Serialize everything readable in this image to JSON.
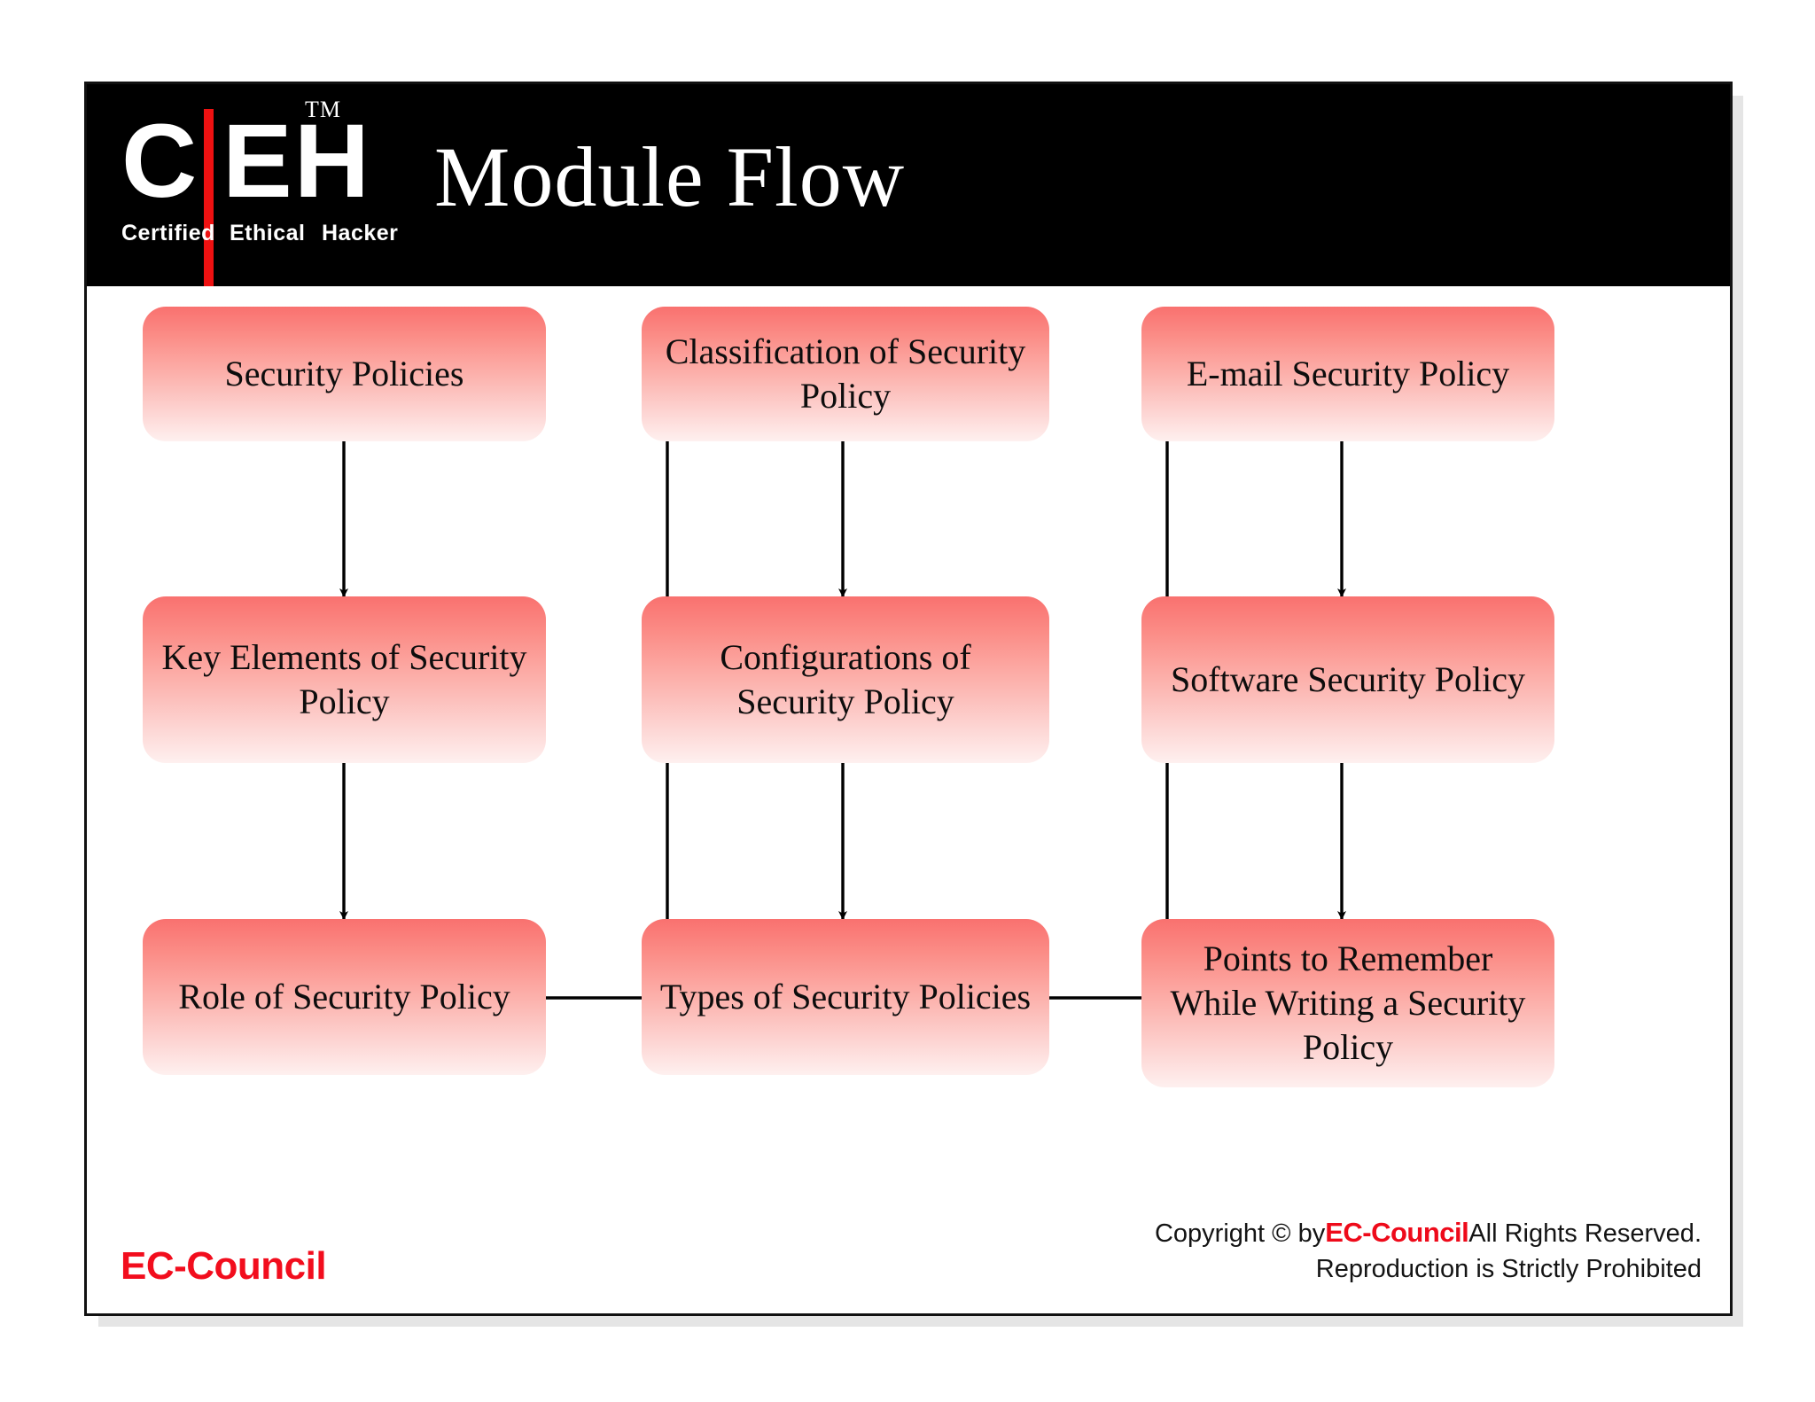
{
  "slide": {
    "header": {
      "logo": {
        "letter_c": "C",
        "letters_eh": "EH",
        "trademark": "TM",
        "sub_certified": "Certified",
        "sub_ethical": "Ethical",
        "sub_hacker": "Hacker",
        "red_accent": "#ee1111"
      },
      "title": "Module Flow",
      "background": "#000000"
    },
    "flow": {
      "node_fill_top": "#f9716f",
      "node_fill_bottom": "#fef0ef",
      "nodes": [
        {
          "id": "security-policies",
          "label": "Security Policies",
          "col": 0,
          "row": 0
        },
        {
          "id": "key-elements",
          "label": "Key Elements of Security Policy",
          "col": 0,
          "row": 1
        },
        {
          "id": "role-of-security-policy",
          "label": "Role of Security Policy",
          "col": 0,
          "row": 2
        },
        {
          "id": "classification",
          "label": "Classification of Security Policy",
          "col": 1,
          "row": 0
        },
        {
          "id": "configurations",
          "label": "Configurations of Security Policy",
          "col": 1,
          "row": 1
        },
        {
          "id": "types-of-policies",
          "label": "Types of Security Policies",
          "col": 1,
          "row": 2
        },
        {
          "id": "email-security-policy",
          "label": "E-mail Security Policy",
          "col": 2,
          "row": 0
        },
        {
          "id": "software-security-policy",
          "label": "Software Security Policy",
          "col": 2,
          "row": 1
        },
        {
          "id": "points-to-remember",
          "label": "Points to Remember While Writing a Security Policy",
          "col": 2,
          "row": 2
        }
      ],
      "connectors": [
        {
          "from": "security-policies",
          "to": "key-elements",
          "kind": "down-arrow"
        },
        {
          "from": "key-elements",
          "to": "role-of-security-policy",
          "kind": "down-arrow"
        },
        {
          "from": "role-of-security-policy",
          "to": "classification",
          "kind": "elbow-right-up-arrow"
        },
        {
          "from": "classification",
          "to": "configurations",
          "kind": "down-arrow"
        },
        {
          "from": "configurations",
          "to": "types-of-policies",
          "kind": "down-arrow"
        },
        {
          "from": "types-of-policies",
          "to": "email-security-policy",
          "kind": "elbow-right-up-arrow"
        },
        {
          "from": "email-security-policy",
          "to": "software-security-policy",
          "kind": "down-arrow"
        },
        {
          "from": "software-security-policy",
          "to": "points-to-remember",
          "kind": "down-arrow"
        }
      ]
    },
    "footer": {
      "brand": "EC-Council",
      "copyright_prefix": "Copyright © by",
      "copyright_brand": "EC-Council",
      "copyright_suffix": "All Rights Reserved.",
      "copyright_line2": "Reproduction is Strictly Prohibited",
      "brand_color": "#f20d1d"
    }
  }
}
